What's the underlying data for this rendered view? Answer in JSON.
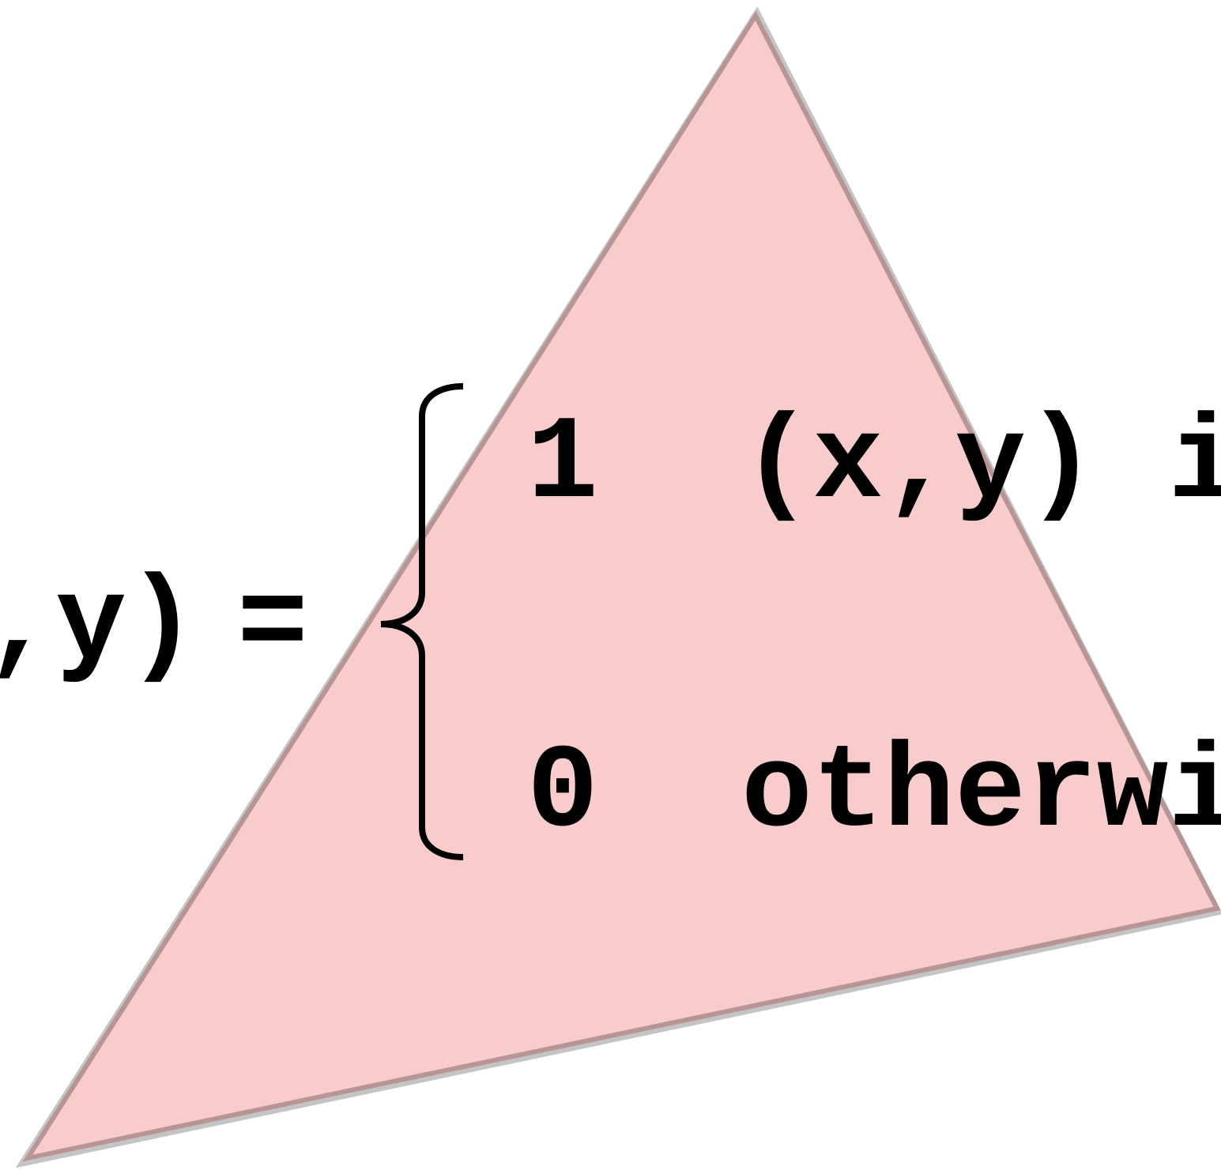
{
  "formula": {
    "lhs_tail": ",y)",
    "equals": "=",
    "case_one_value": "1",
    "case_one_condition": "(x,y) in",
    "case_two_value": "0",
    "case_two_condition": "otherwise"
  },
  "colors": {
    "triangle_fill": "#f9cccc",
    "triangle_stroke": "#b89595",
    "triangle_shadow": "#c4c4c4",
    "text": "#000000",
    "background": "#ffffff"
  }
}
